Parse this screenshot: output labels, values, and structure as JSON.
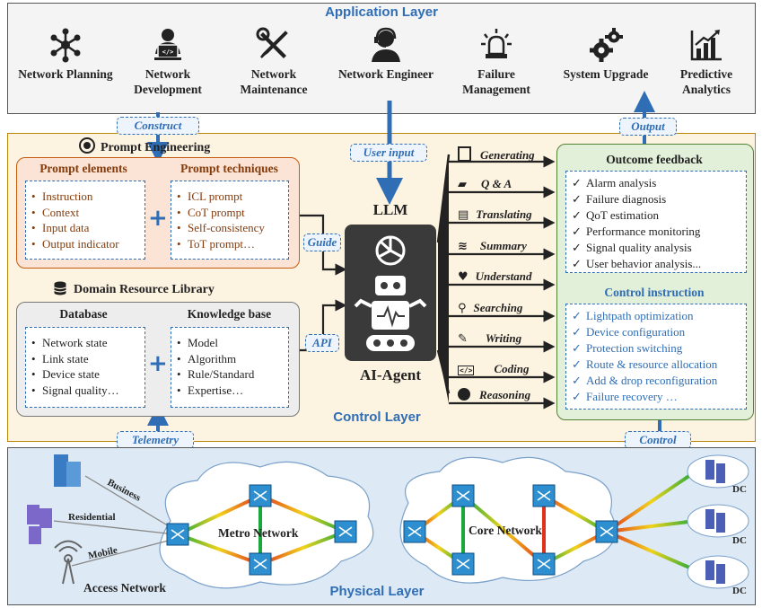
{
  "application_layer": {
    "title": "Application Layer",
    "items": [
      {
        "label": "Network Planning",
        "icon": "network-graph-icon"
      },
      {
        "label": "Network Development",
        "icon": "developer-laptop-icon"
      },
      {
        "label": "Network Maintenance",
        "icon": "wrench-screwdriver-icon"
      },
      {
        "label": "Network Engineer",
        "icon": "headset-engineer-icon"
      },
      {
        "label": "Failure Management",
        "icon": "alarm-light-icon"
      },
      {
        "label": "System Upgrade",
        "icon": "gears-icon"
      },
      {
        "label": "Predictive Analytics",
        "icon": "bar-chart-trend-icon"
      }
    ]
  },
  "tags": {
    "construct": "Construct",
    "user_input": "User input",
    "output": "Output",
    "guide": "Guide",
    "api": "API",
    "telemetry": "Telemetry",
    "control": "Control"
  },
  "prompt_engineering": {
    "title": "Prompt Engineering",
    "elements_title": "Prompt elements",
    "elements": [
      "Instruction",
      "Context",
      "Input data",
      "Output indicator"
    ],
    "techniques_title": "Prompt techniques",
    "techniques": [
      "ICL prompt",
      "CoT prompt",
      "Self-consistency",
      "ToT prompt…"
    ]
  },
  "domain_library": {
    "title": "Domain Resource Library",
    "database_title": "Database",
    "database": [
      "Network state",
      "Link state",
      "Device state",
      "Signal quality…"
    ],
    "kb_title": "Knowledge base",
    "kb": [
      "Model",
      "Algorithm",
      "Rule/Standard",
      "Expertise…"
    ]
  },
  "center": {
    "llm": "LLM",
    "agent": "AI-Agent"
  },
  "tasks": [
    "Generating",
    "Q & A",
    "Translating",
    "Summary",
    "Understand",
    "Searching",
    "Writing",
    "Coding",
    "Reasoning"
  ],
  "outcome_feedback": {
    "title": "Outcome feedback",
    "items": [
      "Alarm analysis",
      "Failure diagnosis",
      "QoT estimation",
      "Performance monitoring",
      "Signal quality analysis",
      "User behavior analysis..."
    ]
  },
  "control_instruction": {
    "title": "Control instruction",
    "items": [
      "Lightpath optimization",
      "Device configuration",
      "Protection switching",
      "Route & resource allocation",
      "Add & drop reconfiguration",
      "Failure recovery …"
    ]
  },
  "control_layer": {
    "title": "Control Layer"
  },
  "physical_layer": {
    "title": "Physical Layer",
    "metro": "Metro Network",
    "core": "Core Network",
    "access": "Access Network",
    "business": "Business",
    "residential": "Residential",
    "mobile": "Mobile",
    "dc": "DC"
  },
  "colors": {
    "accent_blue": "#2f6db5",
    "prompt_bg": "#fbe4d5",
    "prompt_border": "#c55a11",
    "library_bg": "#ededed",
    "feedback_bg": "#e2efd9",
    "control_bg": "#fdf3e1",
    "physical_bg": "#ddeaf6"
  }
}
